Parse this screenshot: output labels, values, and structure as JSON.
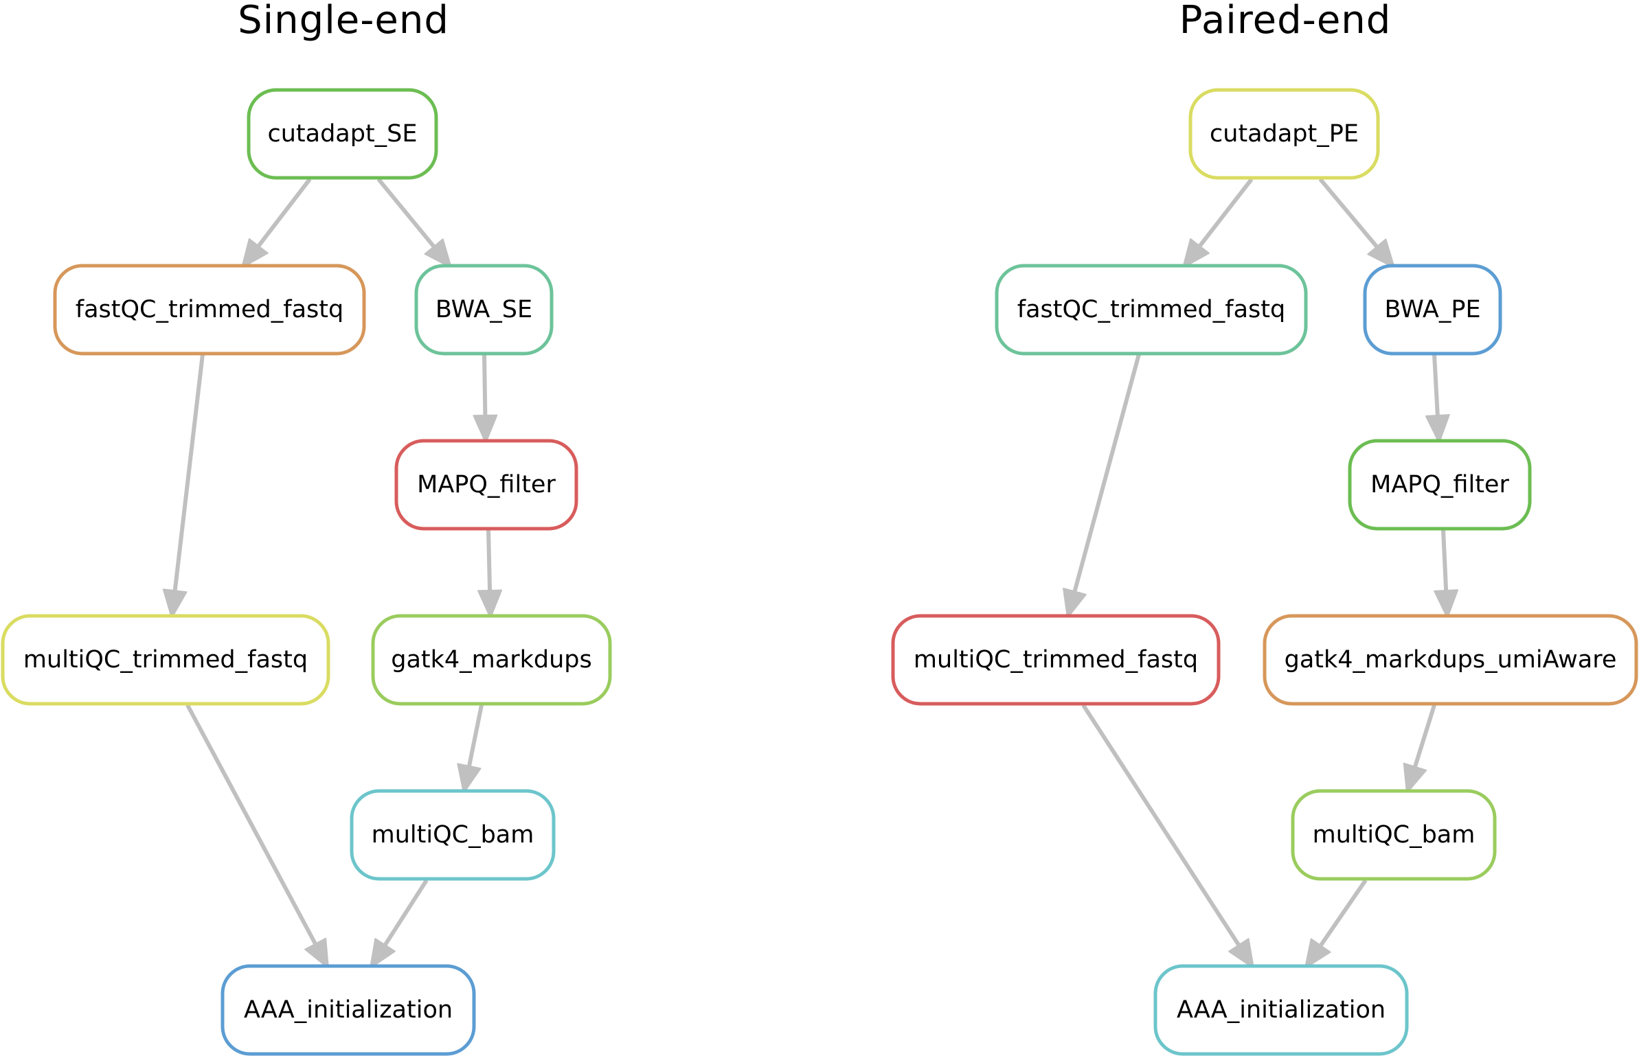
{
  "colors": {
    "edge": "#c0c0c0",
    "green": "#6cbd52",
    "orange": "#d6975a",
    "teal": "#6dc39a",
    "red": "#d85c5c",
    "yellow": "#d9dc61",
    "lime": "#9acc5e",
    "cyan": "#6cc5cb",
    "blue": "#5c9dd3"
  },
  "panels": [
    {
      "title": "Single-end",
      "nodes": [
        {
          "id": "se_cutadapt",
          "label": "cutadapt_SE",
          "color": "#6cbd52"
        },
        {
          "id": "se_fastqc",
          "label": "fastQC_trimmed_fastq",
          "color": "#d6975a"
        },
        {
          "id": "se_bwa",
          "label": "BWA_SE",
          "color": "#6dc39a"
        },
        {
          "id": "se_mapq",
          "label": "MAPQ_filter",
          "color": "#d85c5c"
        },
        {
          "id": "se_multiqc_fastq",
          "label": "multiQC_trimmed_fastq",
          "color": "#d9dc61"
        },
        {
          "id": "se_markdups",
          "label": "gatk4_markdups",
          "color": "#9acc5e"
        },
        {
          "id": "se_multiqc_bam",
          "label": "multiQC_bam",
          "color": "#6cc5cb"
        },
        {
          "id": "se_init",
          "label": "AAA_initialization",
          "color": "#5c9dd3"
        }
      ],
      "edges": [
        {
          "from": "se_cutadapt",
          "to": "se_fastqc"
        },
        {
          "from": "se_cutadapt",
          "to": "se_bwa"
        },
        {
          "from": "se_fastqc",
          "to": "se_multiqc_fastq"
        },
        {
          "from": "se_bwa",
          "to": "se_mapq"
        },
        {
          "from": "se_mapq",
          "to": "se_markdups"
        },
        {
          "from": "se_markdups",
          "to": "se_multiqc_bam"
        },
        {
          "from": "se_multiqc_fastq",
          "to": "se_init"
        },
        {
          "from": "se_multiqc_bam",
          "to": "se_init"
        }
      ]
    },
    {
      "title": "Paired-end",
      "nodes": [
        {
          "id": "pe_cutadapt",
          "label": "cutadapt_PE",
          "color": "#d9dc61"
        },
        {
          "id": "pe_fastqc",
          "label": "fastQC_trimmed_fastq",
          "color": "#6dc39a"
        },
        {
          "id": "pe_bwa",
          "label": "BWA_PE",
          "color": "#5c9dd3"
        },
        {
          "id": "pe_mapq",
          "label": "MAPQ_filter",
          "color": "#6cbd52"
        },
        {
          "id": "pe_multiqc_fastq",
          "label": "multiQC_trimmed_fastq",
          "color": "#d85c5c"
        },
        {
          "id": "pe_markdups",
          "label": "gatk4_markdups_umiAware",
          "color": "#d6975a"
        },
        {
          "id": "pe_multiqc_bam",
          "label": "multiQC_bam",
          "color": "#9acc5e"
        },
        {
          "id": "pe_init",
          "label": "AAA_initialization",
          "color": "#6cc5cb"
        }
      ],
      "edges": [
        {
          "from": "pe_cutadapt",
          "to": "pe_fastqc"
        },
        {
          "from": "pe_cutadapt",
          "to": "pe_bwa"
        },
        {
          "from": "pe_fastqc",
          "to": "pe_multiqc_fastq"
        },
        {
          "from": "pe_bwa",
          "to": "pe_mapq"
        },
        {
          "from": "pe_mapq",
          "to": "pe_markdups"
        },
        {
          "from": "pe_markdups",
          "to": "pe_multiqc_bam"
        },
        {
          "from": "pe_multiqc_fastq",
          "to": "pe_init"
        },
        {
          "from": "pe_multiqc_bam",
          "to": "pe_init"
        }
      ]
    }
  ]
}
